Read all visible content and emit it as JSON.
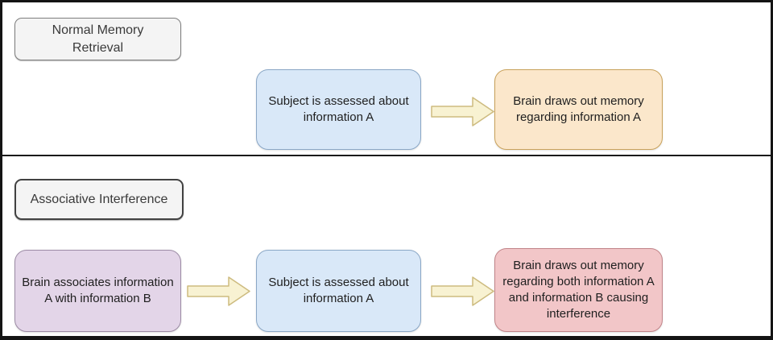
{
  "diagram": {
    "lanes": [
      {
        "title": "Normal Memory Retrieval",
        "nodes": [
          {
            "name": "subject-assessed-about-a",
            "text": "Subject is assessed about information A",
            "fill": "#d9e8f8",
            "border": "#8aa7c6"
          },
          {
            "name": "brain-draws-memory-a",
            "text": "Brain draws out memory regarding information A",
            "fill": "#fbe7cb",
            "border": "#c9a25b"
          }
        ]
      },
      {
        "title": "Associative Interference",
        "nodes": [
          {
            "name": "brain-associates-a-with-b",
            "text": "Brain associates information A with information B",
            "fill": "#e3d5e8",
            "border": "#9c8ba5"
          },
          {
            "name": "subject-assessed-about-a",
            "text": "Subject is assessed about information A",
            "fill": "#d9e8f8",
            "border": "#8aa7c6"
          },
          {
            "name": "brain-draws-memory-a-and-b",
            "text": "Brain draws out memory regarding both information A and information B causing interference",
            "fill": "#f2c6c8",
            "border": "#c18489"
          }
        ]
      }
    ],
    "icons": [
      {
        "name": "flow-arrow-icon",
        "shape": "block-arrow-right",
        "fill": "#f8f2d2",
        "border": "#cdbb7f"
      }
    ],
    "colors": {
      "frame_border": "#141414",
      "lane_divider": "#1a1a1a",
      "label_fill": "#f4f4f4",
      "label_border_top": "#7e7e7e",
      "label_border_bottom": "#424242",
      "text": "#1f1f1f",
      "background": "#ffffff"
    }
  }
}
